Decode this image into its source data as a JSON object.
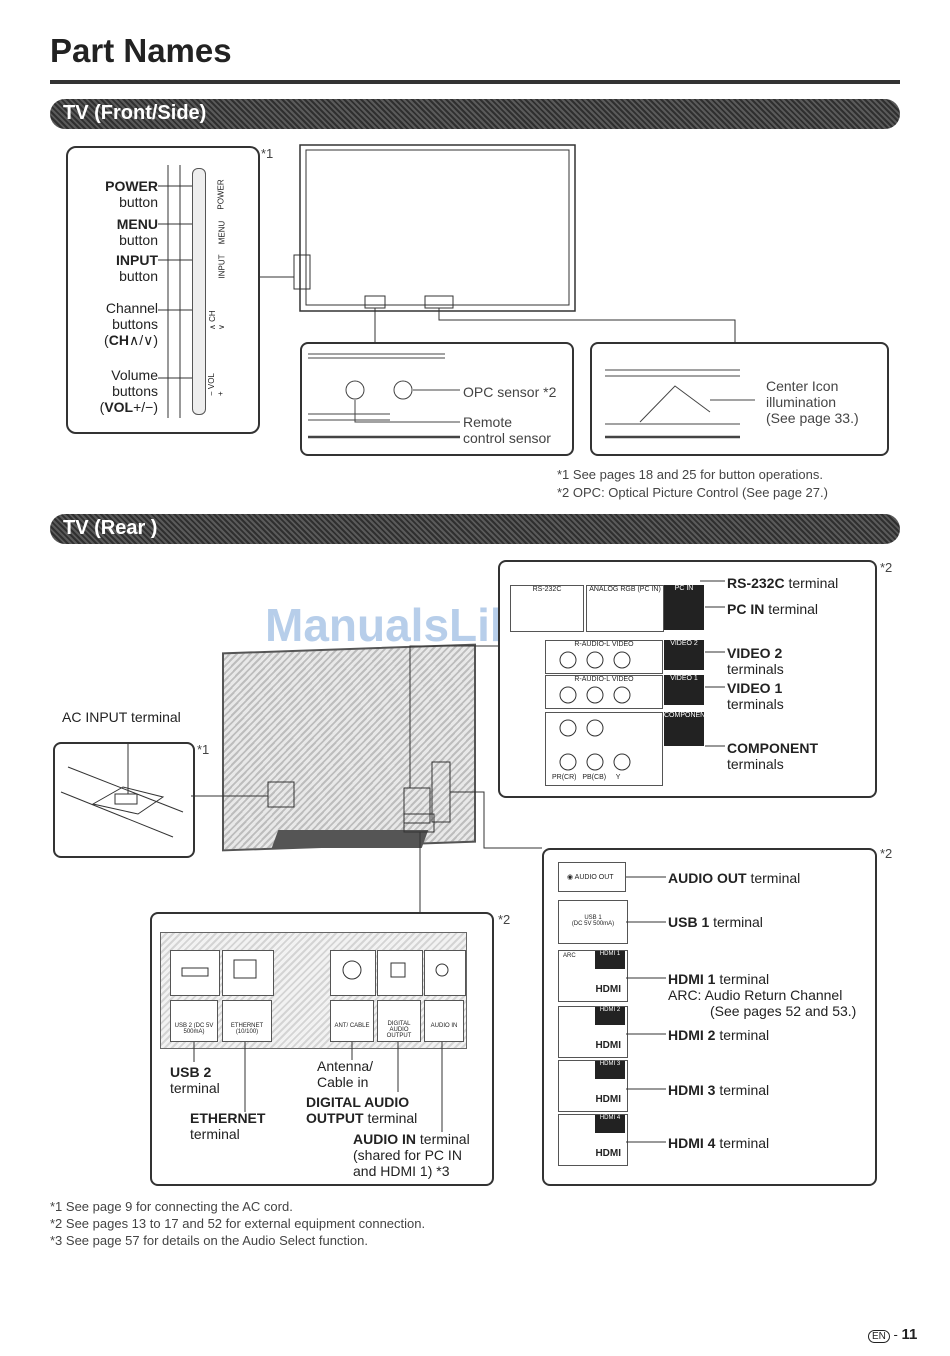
{
  "page_title": "Part Names",
  "sections": {
    "front": "TV (Front/Side)",
    "rear": "TV (Rear )"
  },
  "front_side": {
    "star1": "*1",
    "labels": [
      {
        "bold": "POWER",
        "rest": "button"
      },
      {
        "bold": "MENU",
        "rest": "button"
      },
      {
        "bold": "INPUT",
        "rest": "button"
      }
    ],
    "channel": {
      "line1": "Channel",
      "line2": "buttons",
      "line3_prefix": "(",
      "line3_bold": "CH",
      "line3_rest": "∧/∨)"
    },
    "volume": {
      "line1": "Volume",
      "line2": "buttons",
      "line3_prefix": "(",
      "line3_bold": "VOL",
      "line3_rest": "+/−)"
    },
    "strip_labels": [
      "POWER",
      "MENU",
      "INPUT",
      "∧ CH ∨",
      "− VOL +"
    ],
    "opc_sensor": "OPC sensor *2",
    "remote_sensor_1": "Remote",
    "remote_sensor_2": "control sensor",
    "center_icon_1": "Center Icon",
    "center_icon_2": "illumination",
    "center_icon_3": "(See page 33.)",
    "note1": "*1 See pages 18 and 25 for button operations.",
    "note2": "*2 OPC: Optical Picture Control (See page 27.)"
  },
  "rear": {
    "ac_input": "AC INPUT terminal",
    "star1": "*1",
    "star2a": "*2",
    "star2b": "*2",
    "star2c": "*2",
    "top_panel": {
      "rs232c_port": "RS-232C",
      "analog_port": "ANALOG RGB (PC IN)",
      "pc_in_tag": "PC IN",
      "video2_tag": "VIDEO 2",
      "video1_tag": "VIDEO 1",
      "component_tag": "COMPONENT",
      "row_label1": "R-AUDIO-L",
      "row_label2": "VIDEO",
      "comp_labels": [
        "PR(CR)",
        "PB(CB)",
        "Y"
      ],
      "rs232c_b": "RS-232C",
      "rs232c_r": " terminal",
      "pcin_b": "PC IN",
      "pcin_r": " terminal",
      "video2_b": "VIDEO 2",
      "video2_r": "terminals",
      "video1_b": "VIDEO 1",
      "video1_r": "terminals",
      "component_b": "COMPONENT",
      "component_r": "terminals"
    },
    "bottom_panel": {
      "usb2_port": "USB 2 (DC 5V 500mA)",
      "ethernet_port": "ETHERNET (10/100)",
      "antenna_port": "ANT/ CABLE",
      "digital_port": "DIGITAL AUDIO OUTPUT",
      "audioin_port": "AUDIO IN",
      "usb2_b": "USB 2",
      "usb2_r": "terminal",
      "eth_b": "ETHERNET",
      "eth_r": "terminal",
      "ant_1": "Antenna/",
      "ant_2": "Cable in",
      "dig_b1": "DIGITAL AUDIO",
      "dig_b2": "OUTPUT",
      "dig_r": " terminal",
      "ain_b": "AUDIO IN",
      "ain_r": " terminal",
      "ain_2": "(shared for PC IN",
      "ain_3": "and HDMI 1) *3"
    },
    "side_panel": {
      "audio_out_port": "AUDIO OUT",
      "usb1_port": "USB 1",
      "usb1_sub": "(DC 5V 500mA)",
      "arc_tag": "ARC",
      "hdmi_tags": [
        "HDMI 1",
        "HDMI 2",
        "HDMI 3",
        "HDMI 4"
      ],
      "hdmi_logo": "HDMI",
      "audio_out_b": "AUDIO OUT",
      "audio_out_r": " terminal",
      "usb1_b": "USB 1",
      "usb1_r": " terminal",
      "hdmi1_b": "HDMI 1",
      "hdmi1_r": " terminal",
      "arc_1": "ARC: Audio Return Channel",
      "arc_2": "(See pages 52 and 53.)",
      "hdmi2_b": "HDMI 2",
      "hdmi2_r": " terminal",
      "hdmi3_b": "HDMI 3",
      "hdmi3_r": " terminal",
      "hdmi4_b": "HDMI 4",
      "hdmi4_r": " terminal"
    },
    "footnotes": [
      "*1 See page 9 for connecting the AC cord.",
      "*2 See pages 13 to 17 and 52 for external equipment connection.",
      "*3 See page 57 for details on the Audio Select function."
    ]
  },
  "watermark": "ManualsLib.com",
  "page_number": {
    "lang": "EN",
    "num": "11"
  }
}
